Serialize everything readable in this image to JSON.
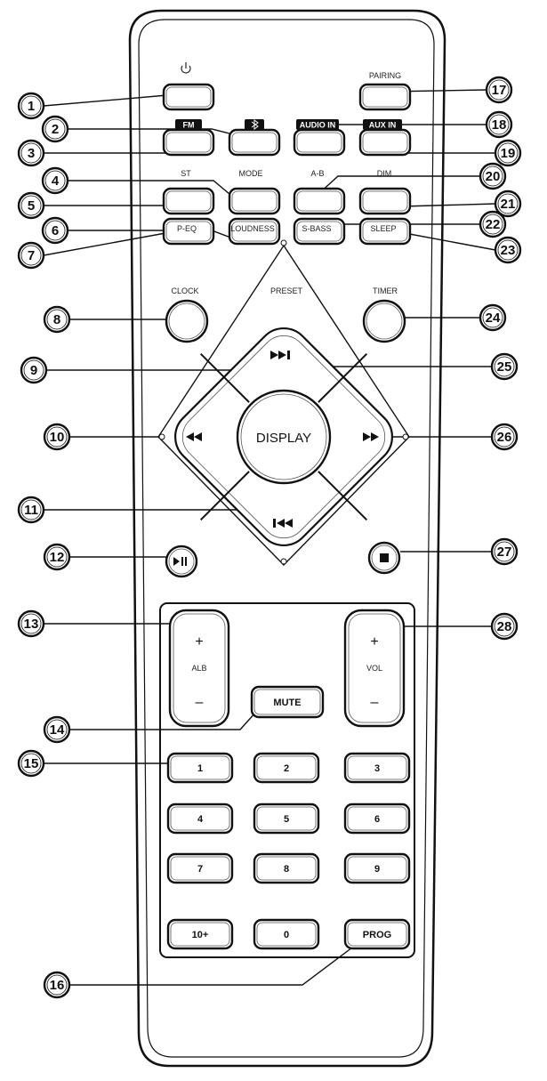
{
  "top_row": {
    "power_icon": "power-icon",
    "pairing": "PAIRING"
  },
  "tags": {
    "fm": "FM",
    "bt": "bluetooth-icon",
    "audio_in": "AUDIO IN",
    "aux_in": "AUX IN"
  },
  "row_labels": {
    "st": "ST",
    "mode": "MODE",
    "ab": "A-B",
    "dim": "DIM",
    "peq": "P-EQ",
    "loudness": "LOUDNESS",
    "sbass": "S-BASS",
    "sleep": "SLEEP"
  },
  "round_labels": {
    "clock": "CLOCK",
    "preset": "PRESET",
    "timer": "TIMER"
  },
  "dpad": {
    "center": "DISPLAY",
    "up_icon": "next-track-icon",
    "down_icon": "prev-track-icon",
    "left_icon": "rewind-icon",
    "right_icon": "fast-forward-icon"
  },
  "transport": {
    "play_pause": "play-pause-icon",
    "stop": "stop-icon"
  },
  "rockers": {
    "alb_label": "ALB",
    "vol_label": "VOL",
    "plus": "+",
    "minus": "–"
  },
  "mute": "MUTE",
  "keypad": [
    "1",
    "2",
    "3",
    "4",
    "5",
    "6",
    "7",
    "8",
    "9",
    "10+",
    "0",
    "PROG"
  ],
  "callouts": [
    "1",
    "2",
    "3",
    "4",
    "5",
    "6",
    "7",
    "8",
    "9",
    "10",
    "11",
    "12",
    "13",
    "14",
    "15",
    "16",
    "17",
    "18",
    "19",
    "20",
    "21",
    "22",
    "23",
    "24",
    "25",
    "26",
    "27",
    "28"
  ]
}
